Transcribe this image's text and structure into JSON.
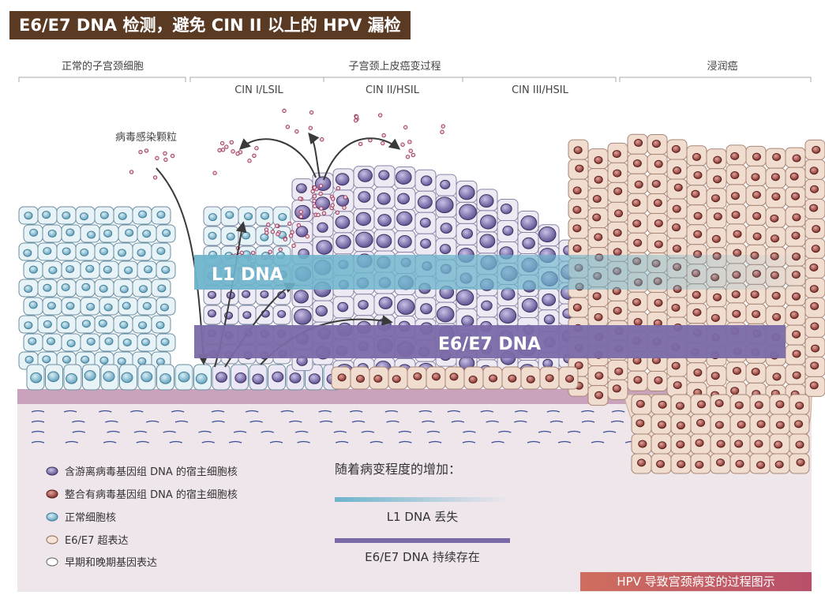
{
  "title": "E6/E7 DNA 检测，避免 CIN II 以上的 HPV 漏检",
  "stages": {
    "normal": "正常的子宫颈细胞",
    "process": "子宫颈上皮癌变过程",
    "invasive": "浸润癌",
    "cin1": "CIN I/LSIL",
    "cin2": "CIN II/HSIL",
    "cin3": "CIN III/HSIL"
  },
  "virus_label": "病毒感染颗粒",
  "bands": {
    "l1": "L1 DNA",
    "e6e7": "E6/E7 DNA"
  },
  "legend": [
    {
      "label": "含游离病毒基因组 DNA 的宿主细胞核",
      "swatch": "free-nucleus"
    },
    {
      "label": "整合有病毒基因组 DNA 的宿主细胞核",
      "swatch": "integrated-nucleus"
    },
    {
      "label": "正常细胞核",
      "swatch": "normal-nucleus"
    },
    {
      "label": "E6/E7 超表达",
      "swatch": "overexpression"
    },
    {
      "label": "早期和晚期基因表达",
      "swatch": "early-late"
    }
  ],
  "trend": {
    "heading": "随着病变程度的增加：",
    "l1_text": "L1 DNA 丢失",
    "e6e7_text": "E6/E7 DNA 持续存在"
  },
  "caption": "HPV 导致宫颈病变的过程图示",
  "colors": {
    "title_bg": "#5a3a23",
    "l1_band": "#6db4cc",
    "e6e7_band": "#7a6aa8",
    "normal_cell": "#e8f3f8",
    "free_nucleus": "#7a6aa8",
    "integrated_nucleus": "#9a3c36",
    "tumor_cell": "#f1ddd0",
    "stroma": "#efe6ec",
    "basement": "#c9a3bb"
  }
}
